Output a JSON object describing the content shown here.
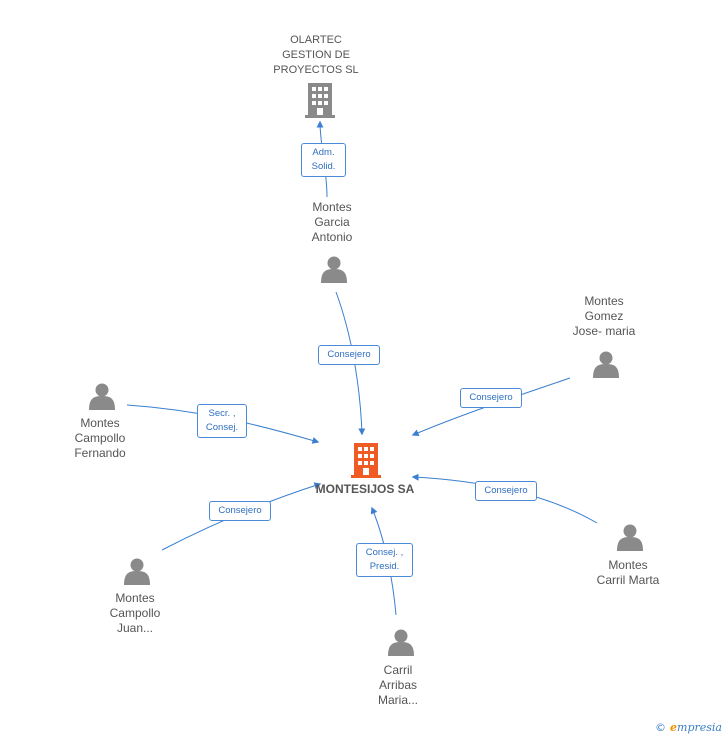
{
  "colors": {
    "edge": "#3a7fd0",
    "node": "#888888",
    "main": "#f05a24"
  },
  "nodes": {
    "olartec": "OLARTEC\nGESTION DE\nPROYECTOS SL",
    "montesGarcia": "Montes\nGarcia\nAntonio",
    "montesGomez": "Montes\nGomez\nJose- maria",
    "montesCampolloF": "Montes\nCampollo\nFernando",
    "main": "MONTESIJOS SA",
    "montesCarril": "Montes\nCarril Marta",
    "montesCampolloJ": "Montes\nCampollo\nJuan...",
    "carril": "Carril\nArribas\nMaria..."
  },
  "edges": {
    "admSolid": "Adm.\nSolid.",
    "consejeroGarcia": "Consejero",
    "consejeroGomez": "Consejero",
    "secrConsej": "Secr. ,\nConsej.",
    "consejeroCarril": "Consejero",
    "consejeroJuan": "Consejero",
    "consejPresid": "Consej. ,\nPresid."
  },
  "brand": {
    "copyright": "©",
    "name": "mpresia",
    "initial": "e"
  }
}
